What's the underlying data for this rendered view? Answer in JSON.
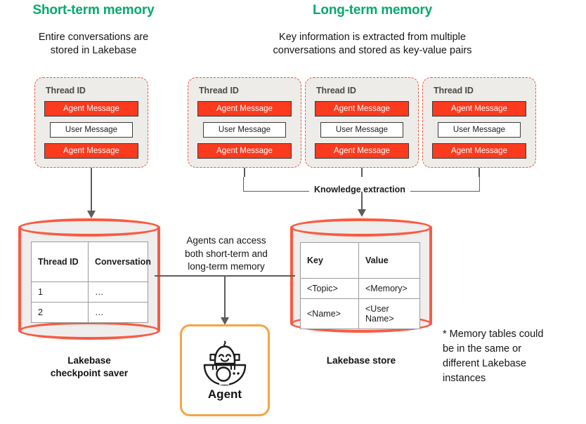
{
  "sections": {
    "short_term": {
      "title": "Short-term memory",
      "subtitle_line1": "Entire conversations are",
      "subtitle_line2": "stored in Lakebase"
    },
    "long_term": {
      "title": "Long-term memory",
      "subtitle_line1": "Key information is extracted from multiple",
      "subtitle_line2": "conversations and stored as key-value pairs"
    }
  },
  "thread_cards": [
    {
      "title": "Thread ID",
      "messages": [
        {
          "label": "Agent Message",
          "role": "agent"
        },
        {
          "label": "User Message",
          "role": "user"
        },
        {
          "label": "Agent Message",
          "role": "agent"
        }
      ]
    },
    {
      "title": "Thread ID",
      "messages": [
        {
          "label": "Agent Message",
          "role": "agent"
        },
        {
          "label": "User Message",
          "role": "user"
        },
        {
          "label": "Agent Message",
          "role": "agent"
        }
      ]
    },
    {
      "title": "Thread ID",
      "messages": [
        {
          "label": "Agent Message",
          "role": "agent"
        },
        {
          "label": "User Message",
          "role": "user"
        },
        {
          "label": "Agent Message",
          "role": "agent"
        }
      ]
    },
    {
      "title": "Thread ID",
      "messages": [
        {
          "label": "Agent Message",
          "role": "agent"
        },
        {
          "label": "User Message",
          "role": "user"
        },
        {
          "label": "Agent Message",
          "role": "agent"
        }
      ]
    }
  ],
  "knowledge_extraction_label": "Knowledge extraction",
  "checkpoint_store": {
    "caption_line1": "Lakebase",
    "caption_line2": "checkpoint saver",
    "columns": [
      "Thread ID",
      "Conversation"
    ],
    "rows": [
      [
        "1",
        "…"
      ],
      [
        "2",
        "…"
      ]
    ]
  },
  "memory_store": {
    "caption": "Lakebase store",
    "columns": [
      "Key",
      "Value"
    ],
    "rows": [
      [
        "<Topic>",
        "<Memory>"
      ],
      [
        "<Name>",
        "<User Name>"
      ]
    ]
  },
  "agent": {
    "label": "Agent",
    "icon": "robot-icon"
  },
  "access_note": {
    "line1": "Agents can access",
    "line2": "both short-term and",
    "line3": "long-term memory"
  },
  "footnote": {
    "line1": "* Memory tables could",
    "line2": "be in the same or",
    "line3": "different Lakebase",
    "line4": "instances"
  },
  "colors": {
    "green_heading": "#06a96c",
    "agent_message_red": "#fb3a1e",
    "cylinder_coral": "#fa5a42",
    "dashed_border": "#f5513a",
    "agent_box_orange": "#f5a544",
    "connector_gray": "#5d5d5d",
    "card_background": "#edece8"
  }
}
